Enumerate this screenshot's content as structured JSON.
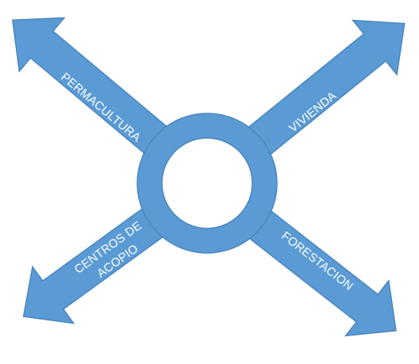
{
  "diagram": {
    "center_label": "",
    "arrows": {
      "top_left": {
        "label": "PERMACULTURA"
      },
      "top_right": {
        "label": "VIVIENDA"
      },
      "bottom_left": {
        "label_line1": "CENTROS DE",
        "label_line2": "ACOPIO"
      },
      "bottom_right": {
        "label": "FORESTACION"
      }
    },
    "colors": {
      "fill": "#5b9bd5",
      "edge": "#4a86bd",
      "text": "#ffffff",
      "hub_inner": "#ffffff"
    }
  }
}
